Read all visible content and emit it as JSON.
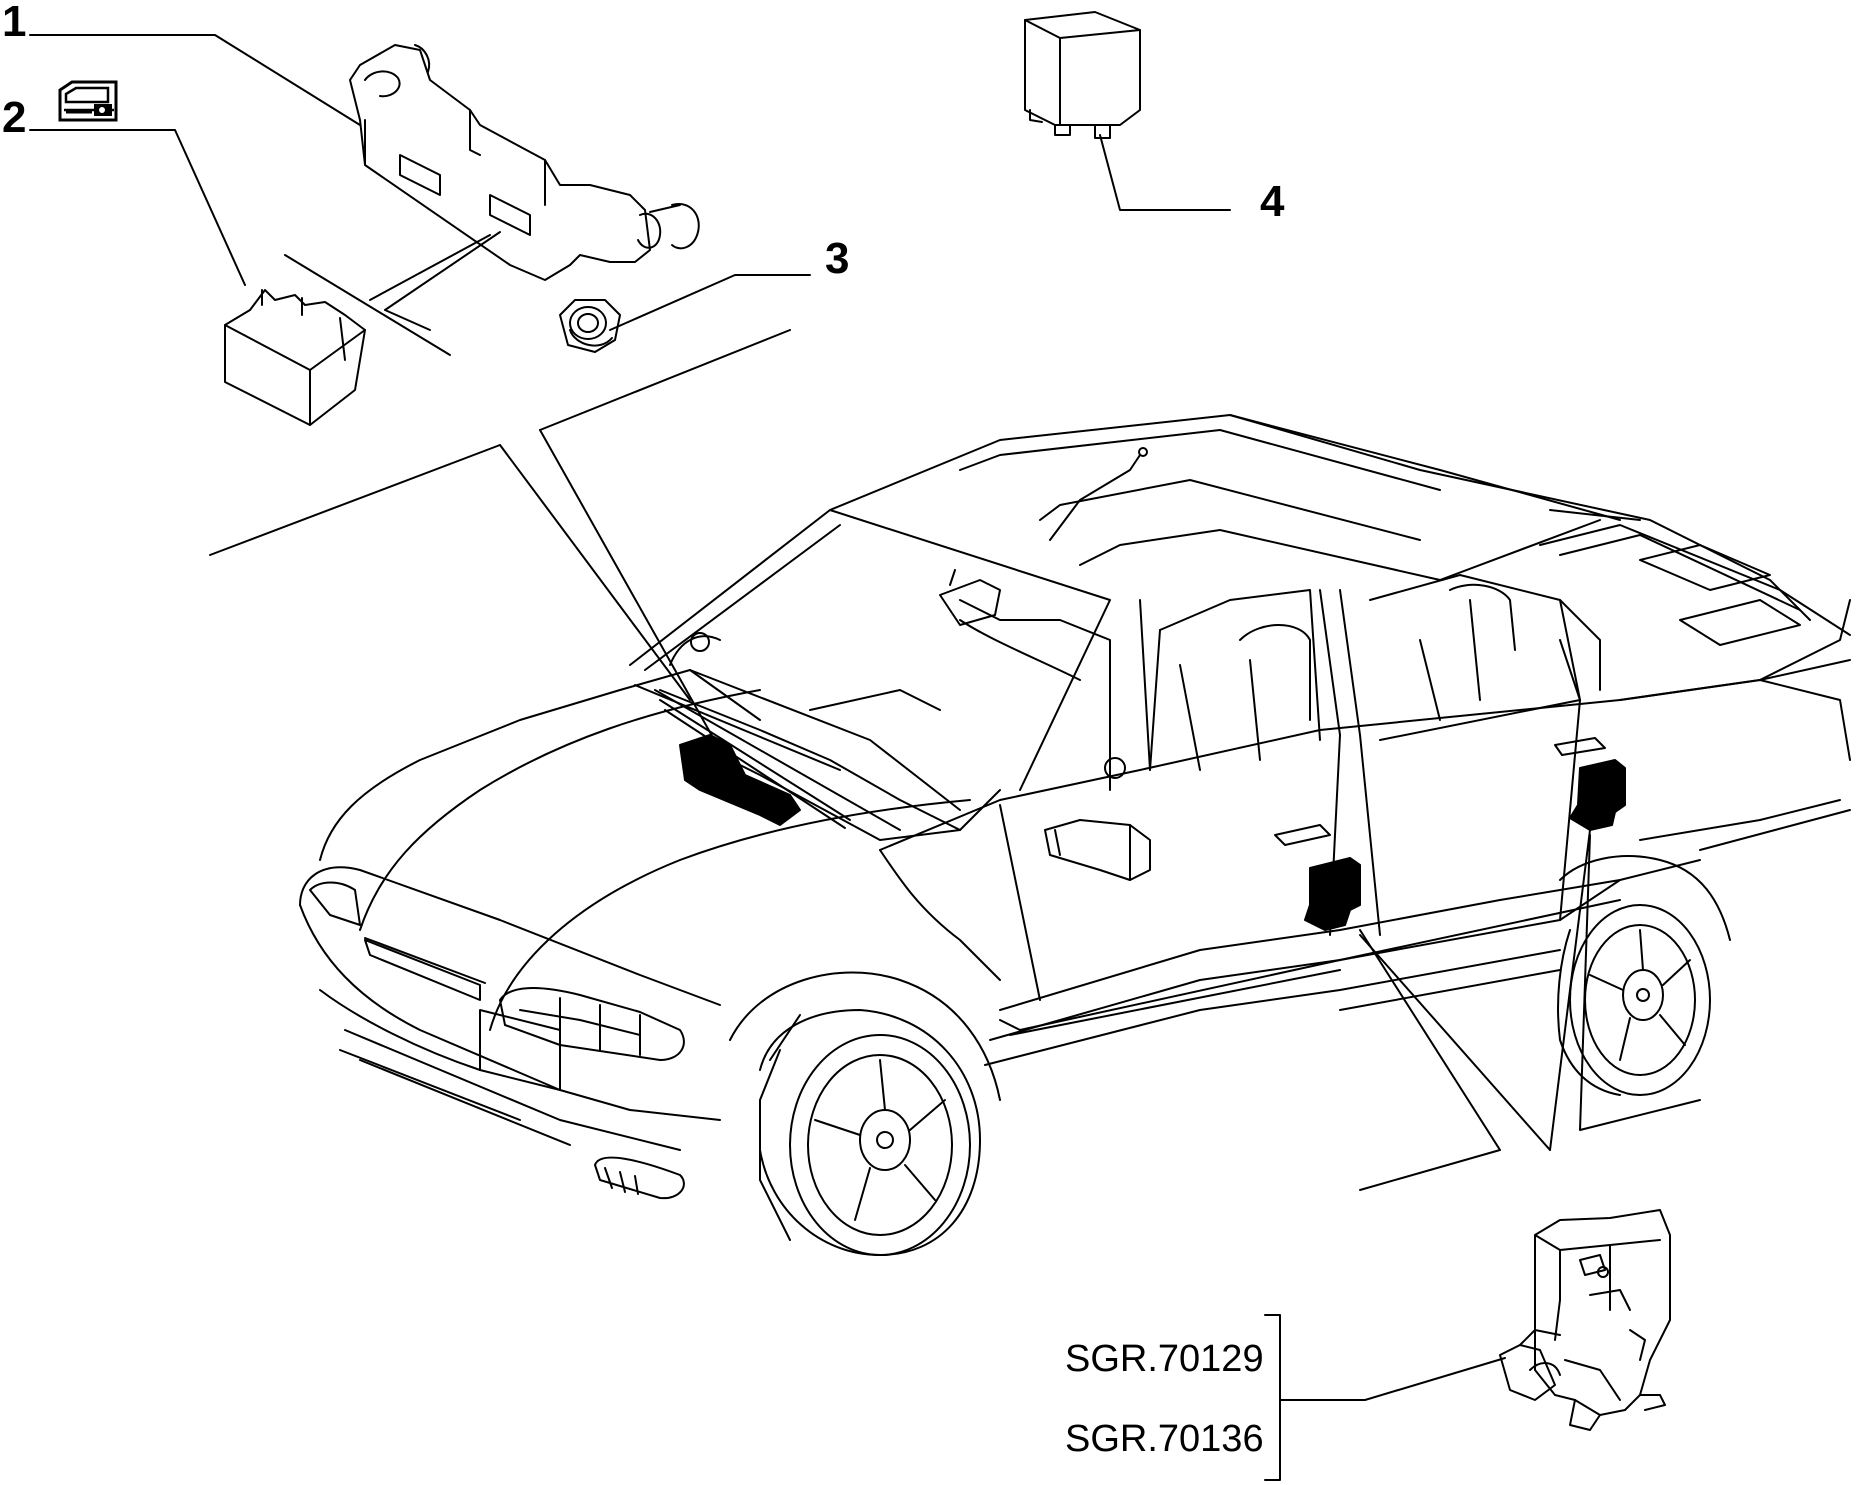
{
  "callouts": [
    {
      "id": "1",
      "text": "1"
    },
    {
      "id": "2",
      "text": "2"
    },
    {
      "id": "3",
      "text": "3"
    },
    {
      "id": "4",
      "text": "4"
    }
  ],
  "references": {
    "first": "SGR.70129",
    "second": "SGR.70136"
  },
  "icons": {
    "door-key": "door-key-icon"
  },
  "colors": {
    "line": "#000000",
    "background": "#ffffff",
    "part_fill": "#000000"
  }
}
